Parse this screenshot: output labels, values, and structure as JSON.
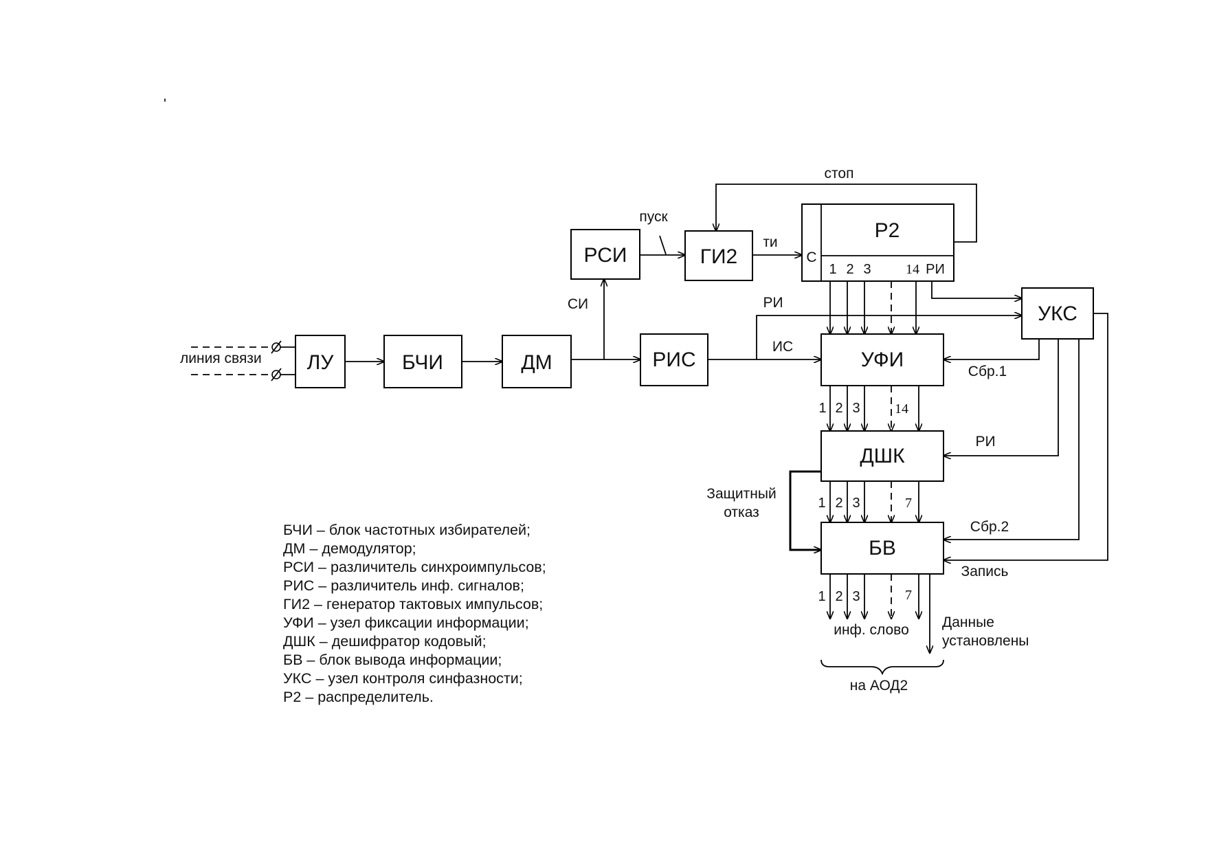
{
  "stray_mark": "'",
  "blocks": {
    "lu": "ЛУ",
    "bchi": "БЧИ",
    "dm": "ДМ",
    "rsi": "РСИ",
    "gi2": "ГИ2",
    "p2": "Р2",
    "p2_c": "С",
    "ris": "РИС",
    "ufi": "УФИ",
    "uks": "УКС",
    "dshk": "ДШК",
    "bv": "БВ"
  },
  "signals": {
    "line": "линия связи",
    "si": "СИ",
    "pusk": "пуск",
    "ti": "ти",
    "stop": "стоп",
    "ri_top": "РИ",
    "is": "ИС",
    "sbr1": "Сбр.1",
    "ri_dshk": "РИ",
    "sbr2": "Сбр.2",
    "zapis": "Запись",
    "protect_line1": "Защитный",
    "protect_line2": "отказ",
    "ready_line1": "Данные",
    "ready_line2": "установлены",
    "word": "инф. слово",
    "aod2": "на АОД2"
  },
  "p2_outputs": {
    "n1": "1",
    "n2": "2",
    "n3": "3",
    "n14": "14",
    "ri": "РИ"
  },
  "ufi_outputs": {
    "n1": "1",
    "n2": "2",
    "n3": "3",
    "n14": "14"
  },
  "dshk_outputs": {
    "n1": "1",
    "n2": "2",
    "n3": "3",
    "n7": "7"
  },
  "bv_outputs": {
    "n1": "1",
    "n2": "2",
    "n3": "3",
    "n7": "7"
  },
  "legend": [
    "БЧИ – блок частотных избирателей;",
    "ДМ – демодулятор;",
    "РСИ – различитель синхроимпульсов;",
    "РИС – различитель инф. сигналов;",
    "ГИ2 – генератор тактовых импульсов;",
    "УФИ – узел фиксации информации;",
    "ДШК – дешифратор кодовый;",
    "БВ – блок вывода информации;",
    "УКС – узел контроля синфазности;",
    "Р2 – распределитель."
  ]
}
